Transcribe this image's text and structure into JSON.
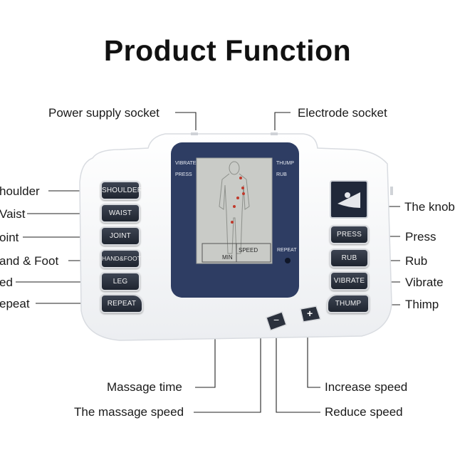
{
  "title": "Product Function",
  "callouts": {
    "power_supply_socket": "Power supply socket",
    "electrode_socket": "Electrode socket",
    "shoulder": "houlder",
    "waist": "Vaist",
    "joint": "oint",
    "hand_foot": "and & Foot",
    "leg": "ed",
    "repeat": "epeat",
    "the_knob": "The knob",
    "press": "Press",
    "rub": "Rub",
    "vibrate": "Vibrate",
    "thimp": "Thimp",
    "massage_time": "Massage time",
    "massage_speed": "The massage speed",
    "increase_speed": "Increase speed",
    "reduce_speed": "Reduce speed"
  },
  "device": {
    "left_buttons": [
      "SHOULDER",
      "WAIST",
      "JOINT",
      "HAND&FOOT",
      "LEG",
      "REPEAT"
    ],
    "right_buttons": [
      "PRESS",
      "RUB",
      "VIBRATE",
      "THUMP"
    ],
    "screen_labels": {
      "vibrate": "VIBRATE",
      "press": "PRESS",
      "thump": "THUMP",
      "rub": "RUB",
      "repeat": "REPEAT",
      "min": "MIN",
      "speed": "SPEED"
    },
    "minus_symbol": "−",
    "plus_symbol": "+"
  },
  "colors": {
    "device_body": "#f4f5f7",
    "screen_panel": "#2e3d63",
    "lcd": "#c9cbc7",
    "button": "#2b313d",
    "leader_line": "#222222",
    "body_markers": "#c0392b"
  }
}
